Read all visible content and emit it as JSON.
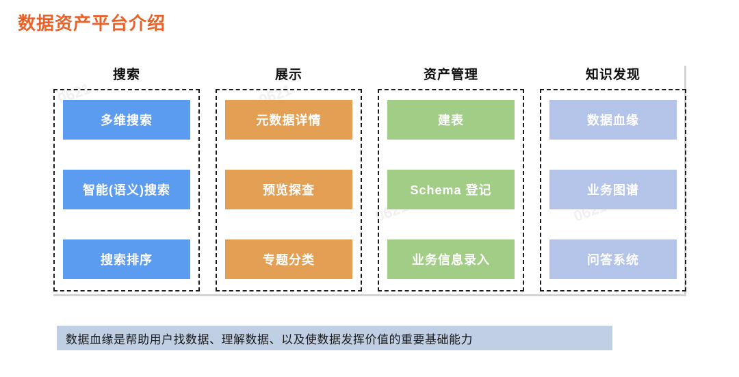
{
  "slide": {
    "title": "数据资产平台介绍",
    "title_color": "#e8622a",
    "background": "#ffffff"
  },
  "diagram": {
    "panel_border_color": "#d3d3d3",
    "group_border_style": "dashed",
    "group_border_color": "#1a1a1a",
    "columns": [
      {
        "header": "搜索",
        "box_color": "#5b9bf0",
        "items": [
          {
            "label": "多维搜索"
          },
          {
            "label": "智能(语义)搜索"
          },
          {
            "label": "搜索排序"
          }
        ]
      },
      {
        "header": "展示",
        "box_color": "#e3a054",
        "items": [
          {
            "label": "元数据详情"
          },
          {
            "label": "预览探查"
          },
          {
            "label": "专题分类"
          }
        ]
      },
      {
        "header": "资产管理",
        "box_color": "#a2cd87",
        "items": [
          {
            "label": "建表"
          },
          {
            "label": "Schema 登记"
          },
          {
            "label": "业务信息录入"
          }
        ]
      },
      {
        "header": "知识发现",
        "box_color": "#b3c4e8",
        "items": [
          {
            "label": "数据血缘"
          },
          {
            "label": "业务图谱"
          },
          {
            "label": "问答系统"
          }
        ]
      }
    ]
  },
  "caption": {
    "text": "数据血缘是帮助用户找数据、理解数据、以及使数据发挥价值的重要基础能力",
    "background": "#c0cfe4",
    "text_color": "#1a1a1a"
  },
  "watermarks": [
    {
      "text": "0621"
    },
    {
      "text": "0621"
    },
    {
      "text": "0621"
    },
    {
      "text": "0621"
    }
  ]
}
